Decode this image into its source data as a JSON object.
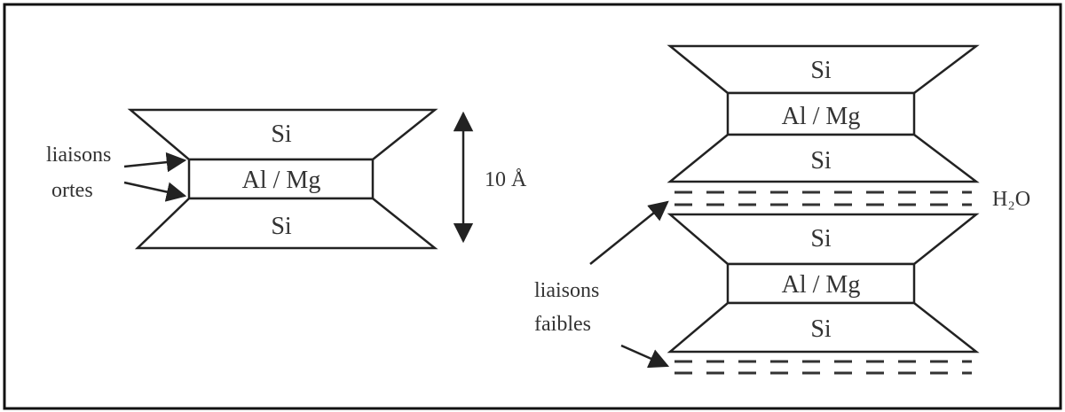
{
  "left_stack": {
    "top_si": "Si",
    "middle": "Al / Mg",
    "bottom_si": "Si",
    "dimension": "10 Å",
    "annotation_line1": "liaisons",
    "annotation_line2": "ortes"
  },
  "right_stack": {
    "unit1_top_si": "Si",
    "unit1_middle": "Al / Mg",
    "unit1_bottom_si": "Si",
    "water_label": "H₂O",
    "unit2_top_si": "Si",
    "unit2_middle": "Al / Mg",
    "unit2_bottom_si": "Si",
    "annotation_line1": "liaisons",
    "annotation_line2": "faibles"
  },
  "colors": {
    "stroke": "#222222",
    "text": "#333333"
  }
}
